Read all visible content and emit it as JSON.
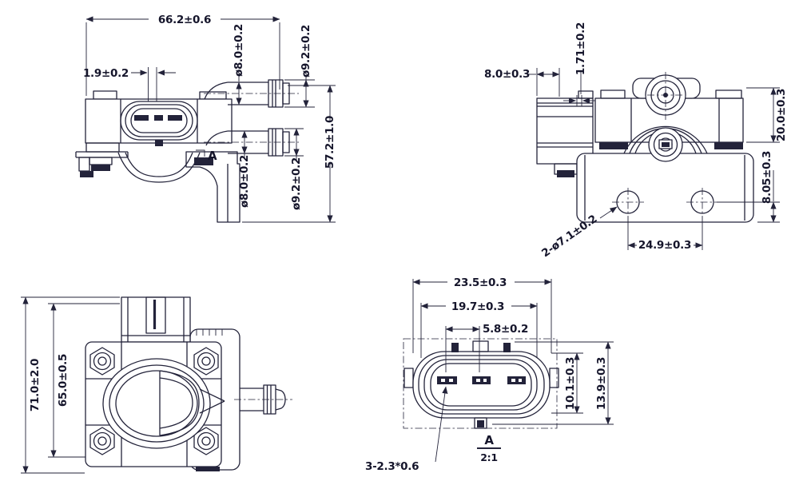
{
  "colors": {
    "line": "#23233a",
    "background": "#ffffff"
  },
  "front_view": {
    "overall_width": "66.2±0.6",
    "tab_width": "1.9±0.2",
    "port_top_id": "ø8.0±0.2",
    "port_top_od": "ø9.2±0.2",
    "port_bottom_id": "ø8.0±0.2",
    "port_bottom_od": "ø9.2±0.2",
    "overall_height": "57.2±1.0",
    "section_mark": "A"
  },
  "side_view": {
    "connector_depth": "8.0±0.3",
    "step": "1.71±0.2",
    "body_height": "20.0±0.3",
    "hole_offset": "8.05±0.3",
    "mount_holes": "2-ø7.1±0.2",
    "hole_pitch": "24.9±0.3"
  },
  "top_view": {
    "overall_height": "71.0±2.0",
    "body_height": "65.0±0.5"
  },
  "detail_view": {
    "outer_width": "23.5±0.3",
    "inner_width": "19.7±0.3",
    "pin_pitch": "5.8±0.2",
    "inner_height": "10.1±0.3",
    "outer_height": "13.9±0.3",
    "pin_size": "3-2.3*0.6",
    "section_label": "A",
    "section_scale": "2:1"
  }
}
